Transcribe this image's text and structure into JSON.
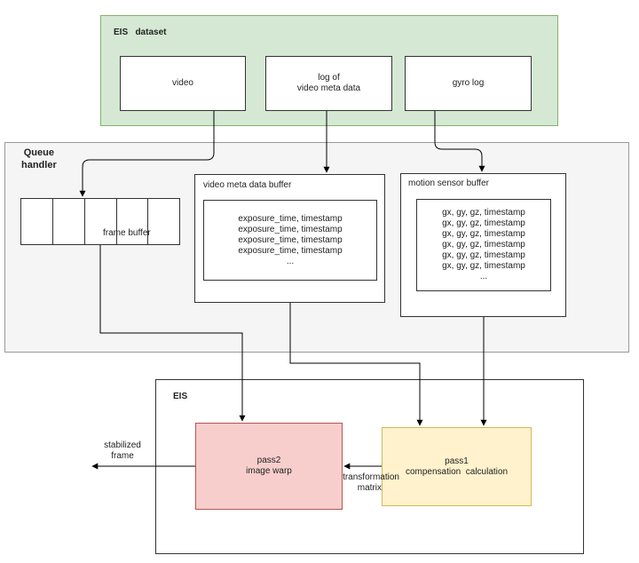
{
  "eis_dataset": {
    "title": "EIS   dataset",
    "video": "video",
    "meta_log_line1": "log of",
    "meta_log_line2": "video meta data",
    "gyro_log": "gyro log"
  },
  "queue_handler": {
    "title_line1": "Queue",
    "title_line2": "handler",
    "frame_buffer": "frame buffer",
    "meta_buffer": {
      "title": "video meta data buffer",
      "lines": [
        "exposure_time, timestamp",
        "exposure_time, timestamp",
        "exposure_time, timestamp",
        "exposure_time, timestamp",
        "..."
      ]
    },
    "motion_buffer": {
      "title": "motion sensor buffer",
      "lines": [
        "gx, gy, gz, timestamp",
        "gx, gy, gz, timestamp",
        "gx, gy, gz, timestamp",
        "gx, gy, gz, timestamp",
        "gx, gy, gz, timestamp",
        "gx, gy, gz, timestamp",
        "..."
      ]
    }
  },
  "eis": {
    "title": "EIS",
    "pass2_line1": "pass2",
    "pass2_line2": "image warp",
    "pass1_line1": "pass1",
    "pass1_line2": "compensation  calculation",
    "transformation_line1": "transformation",
    "transformation_line2": "matrix",
    "output_line1": "stabilized",
    "output_line2": "frame"
  },
  "colors": {
    "dataset_fill": "#d5e8d4",
    "dataset_stroke": "#82b366",
    "queue_fill": "#f5f5f5",
    "queue_stroke": "#666666",
    "pass2_fill": "#f8cecc",
    "pass2_stroke": "#b85450",
    "pass1_fill": "#fff2cc",
    "pass1_stroke": "#d6b656"
  }
}
